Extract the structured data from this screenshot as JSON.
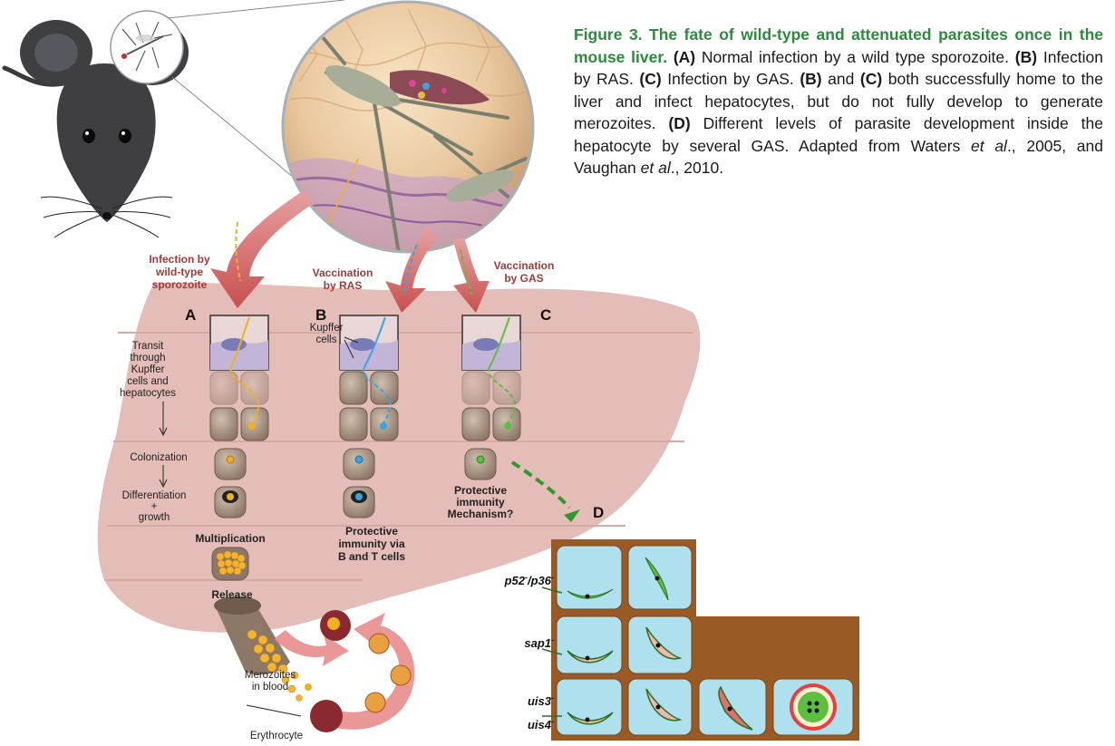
{
  "caption": {
    "title": "Figure 3. The fate of wild-type and attenuated parasites once in the mouse liver.",
    "a_label": "(A)",
    "a_text": " Normal infection by a wild type sporozoite. ",
    "b_label": "(B)",
    "b_text": " Infection by RAS. ",
    "c_label": "(C)",
    "c_text": " Infection by GAS. ",
    "bc_label1": "(B)",
    "and": " and ",
    "bc_label2": "(C)",
    "bc_text": " both successfully home to the liver and infect hepatocytes, but do not fully develop to generate merozoites. ",
    "d_label": "(D)",
    "d_text": " Different levels of parasite development inside the hepatocyte by several GAS. Adapted from Waters ",
    "etal1": "et al",
    "mid": "., 2005, and Vaughan ",
    "etal2": "et al",
    "end": "., 2010."
  },
  "figure": {
    "infection_wt": [
      "Infection by",
      "wild-type",
      "sporozoite"
    ],
    "vacc_ras": [
      "Vaccination",
      "by RAS"
    ],
    "vacc_gas": [
      "Vaccination",
      "by GAS"
    ],
    "panel_a": "A",
    "panel_b": "B",
    "panel_c": "C",
    "panel_d": "D",
    "kupffer": [
      "Kupffer",
      "cells"
    ],
    "transit": [
      "Transit",
      "through",
      "Kupffer",
      "cells and",
      "hepatocytes"
    ],
    "colonization": "Colonization",
    "differentiation": [
      "Differentiation",
      "+",
      "growth"
    ],
    "multiplication": "Multiplication",
    "release": "Release",
    "protective_bt": [
      "Protective",
      "immunity via",
      "B and T cells"
    ],
    "protective_mech": [
      "Protective",
      "immunity",
      "Mechanism?"
    ],
    "merozoites": [
      "Merozoites",
      "in blood"
    ],
    "erythrocyte": "Erythrocyte"
  },
  "panel_d_rows": {
    "row1": [
      "p52",
      "/p36"
    ],
    "row2": "sap1",
    "row3a": "uis3",
    "row3b": "uis4",
    "sup_minus": "-"
  },
  "colors": {
    "caption_title": "#2d8a3e",
    "liver": "#e4bcb8",
    "hepatocyte_cell": "#aee0ee",
    "panel_d_frame": "#9a5a25",
    "wild_type_path": "#f0b020",
    "ras_path": "#3ba4e0",
    "gas_path": "#5cbf3f",
    "label_red": "#a23a3a"
  }
}
